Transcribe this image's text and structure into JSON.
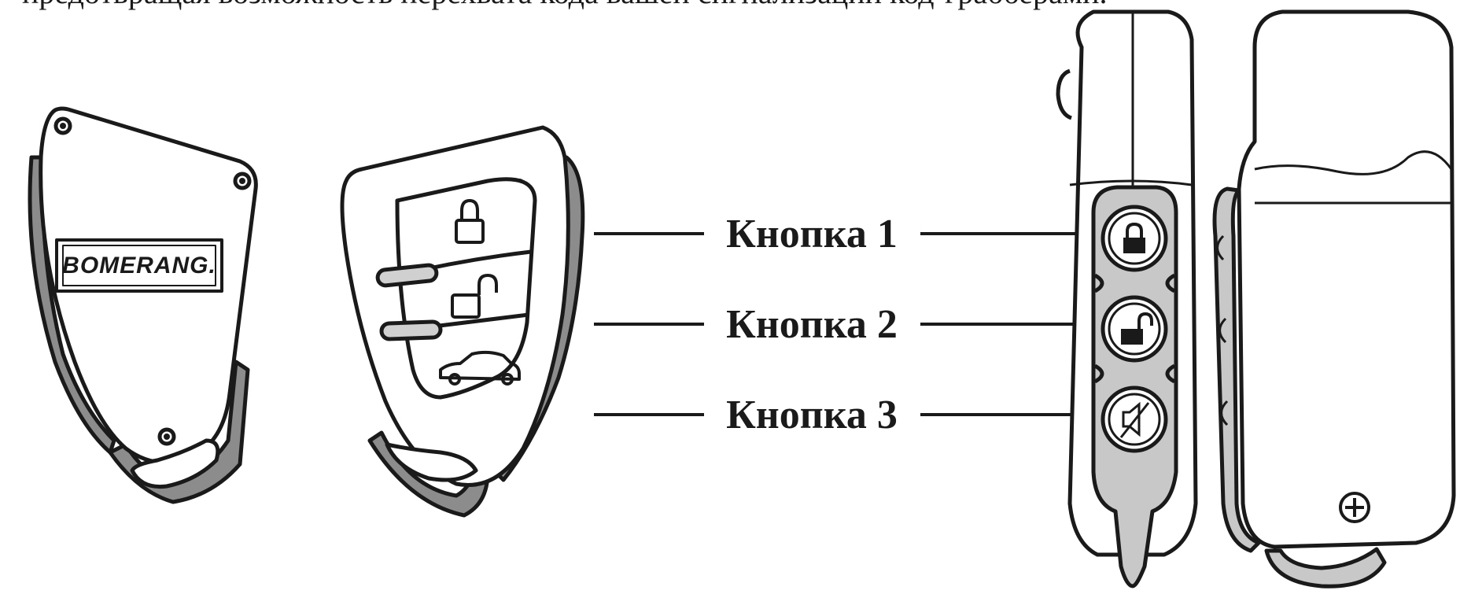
{
  "header_text": "предотвращая возможность перехвата кода вашей сигнализации код-грабберами.",
  "brand_logo": "BOMERANG.",
  "buttons": [
    {
      "label": "Кнопка 1",
      "icon": "lock-closed-icon"
    },
    {
      "label": "Кнопка 2",
      "icon": "lock-open-icon"
    },
    {
      "label": "Кнопка 3",
      "icon": "mute-icon"
    }
  ],
  "front_fob_icons": [
    "lock-closed-icon",
    "lock-open-icon",
    "car-trunk-icon"
  ],
  "colors": {
    "line": "#1a1a1a",
    "body_fill": "#ffffff",
    "trim_gray": "#8c8c8c",
    "panel_gray": "#c8c8c8"
  }
}
